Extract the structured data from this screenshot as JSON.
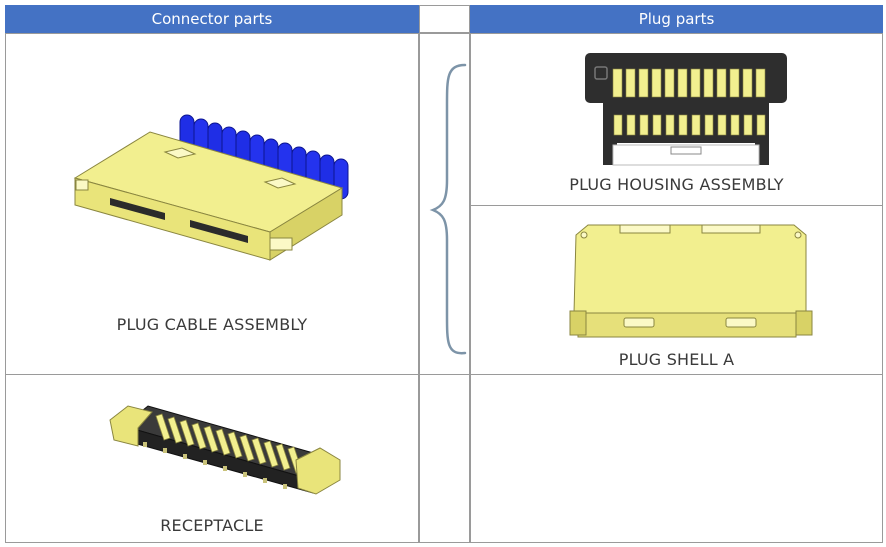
{
  "headers": {
    "connector": "Connector parts",
    "plug": "Plug parts"
  },
  "labels": {
    "plug_cable_assembly": "PLUG CABLE ASSEMBLY",
    "receptacle": "RECEPTACLE",
    "plug_housing_assembly": "PLUG HOUSING ASSEMBLY",
    "plug_shell_a": "PLUG SHELL A"
  },
  "colors": {
    "header_bg": "#4472c4",
    "header_text": "#ffffff",
    "yellow": "#f2ef8f",
    "blue": "#1f2ee6",
    "black": "#2b2b2b",
    "brace": "#7d94a8"
  },
  "icons": {
    "brace": "right-curly-brace-icon"
  }
}
